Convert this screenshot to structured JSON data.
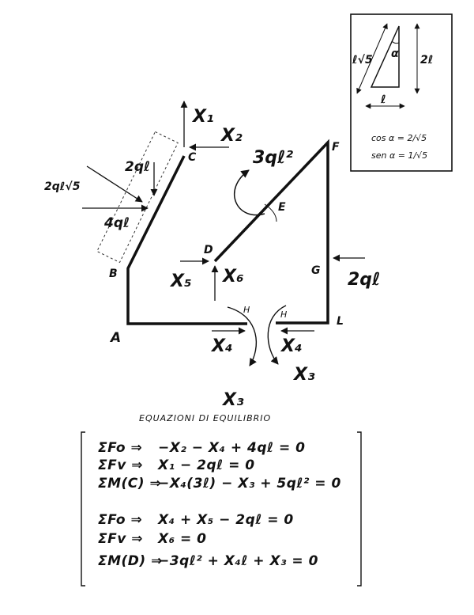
{
  "inset": {
    "hyp_label": "ℓ√5",
    "vert_label": "2ℓ",
    "horiz_label": "ℓ",
    "angle_label": "α",
    "cos_text": "cos α = 2/√5",
    "sin_text": "sen α = 1/√5"
  },
  "points": {
    "A": "A",
    "B": "B",
    "C": "C",
    "D": "D",
    "E": "E",
    "F": "F",
    "G": "G",
    "H1": "H",
    "H2": "H",
    "L": "L"
  },
  "forces": {
    "x1": "X₁",
    "x2": "X₂",
    "x3a": "X₃",
    "x3b": "X₃",
    "x4a": "X₄",
    "x4b": "X₄",
    "x5": "X₅",
    "x6": "X₆",
    "moment": "3qℓ²",
    "diag_load": "2qℓ√5",
    "vert_load": "2qℓ",
    "horiz_load": "4qℓ",
    "g_load": "2qℓ"
  },
  "equations": {
    "heading": "EQUAZIONI DI EQUILIBRIO",
    "left": [
      {
        "lhs": "ΣFo ⇒",
        "rhs": "−X₂ − X₄ + 4qℓ = 0"
      },
      {
        "lhs": "ΣFv ⇒",
        "rhs": "X₁ − 2qℓ = 0"
      },
      {
        "lhs": "ΣM(C) ⇒",
        "rhs": "−X₄(3ℓ) − X₃ + 5qℓ² = 0"
      }
    ],
    "right": [
      {
        "lhs": "ΣFo ⇒",
        "rhs": "X₄ + X₅ − 2qℓ = 0"
      },
      {
        "lhs": "ΣFv ⇒",
        "rhs": "X₆ = 0"
      },
      {
        "lhs": "ΣM(D) ⇒",
        "rhs": "−3qℓ² + X₄ℓ + X₃ = 0"
      }
    ]
  }
}
